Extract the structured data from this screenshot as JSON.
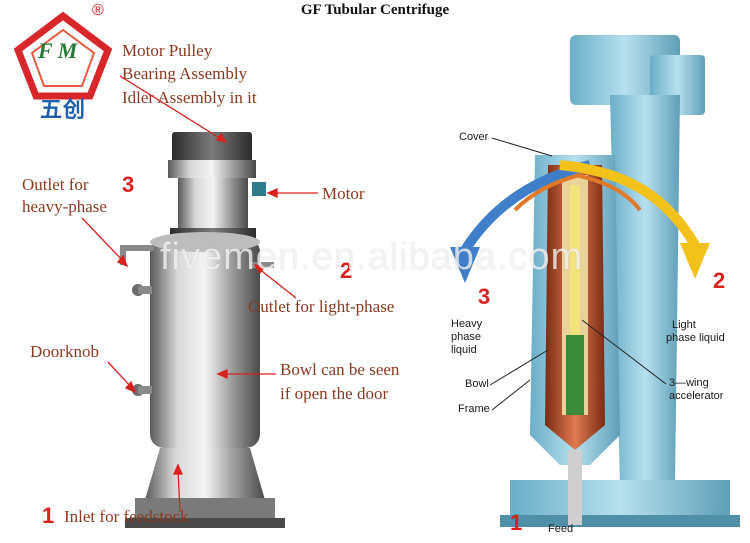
{
  "title": "GF Tubular Centrifuge",
  "logo": {
    "letters": "F M",
    "chinese": "五创",
    "registered": "®"
  },
  "left_labels": {
    "motor_pulley": "Motor Pulley",
    "bearing_assembly": "Bearing Assembly",
    "idler_assembly": "Idler Assembly in it",
    "outlet_heavy_line1": "Outlet for",
    "outlet_heavy_line2": "heavy-phase",
    "motor": "Motor",
    "outlet_light": "Outlet for light-phase",
    "doorknob": "Doorknob",
    "bowl_line1": "Bowl can be seen",
    "bowl_line2": "if open the door",
    "inlet": "Inlet for feedstock",
    "num_heavy": "3",
    "num_light": "2",
    "num_inlet": "1"
  },
  "watermark": "fivemen.en.alibaba.com",
  "right_labels": {
    "cover": "Cover",
    "heavy_line1": "Heavy",
    "heavy_line2": "phase",
    "heavy_line3": "liquid",
    "light_line1": "Light",
    "light_line2": "phase liquid",
    "bowl": "Bowl",
    "frame": "Frame",
    "accel_line1": "3—wing",
    "accel_line2": "accelerator",
    "feed": "Feed",
    "num_heavy": "3",
    "num_light": "2",
    "num_feed": "1"
  },
  "colors": {
    "label_brown": "#8a3a1e",
    "number_red": "#d9211d",
    "heavy_arrow_blue": "#3f7ec8",
    "light_arrow_yellow": "#f2c21b",
    "frame_blue": "#8ec6dc",
    "bowl_red": "#c0522e"
  }
}
